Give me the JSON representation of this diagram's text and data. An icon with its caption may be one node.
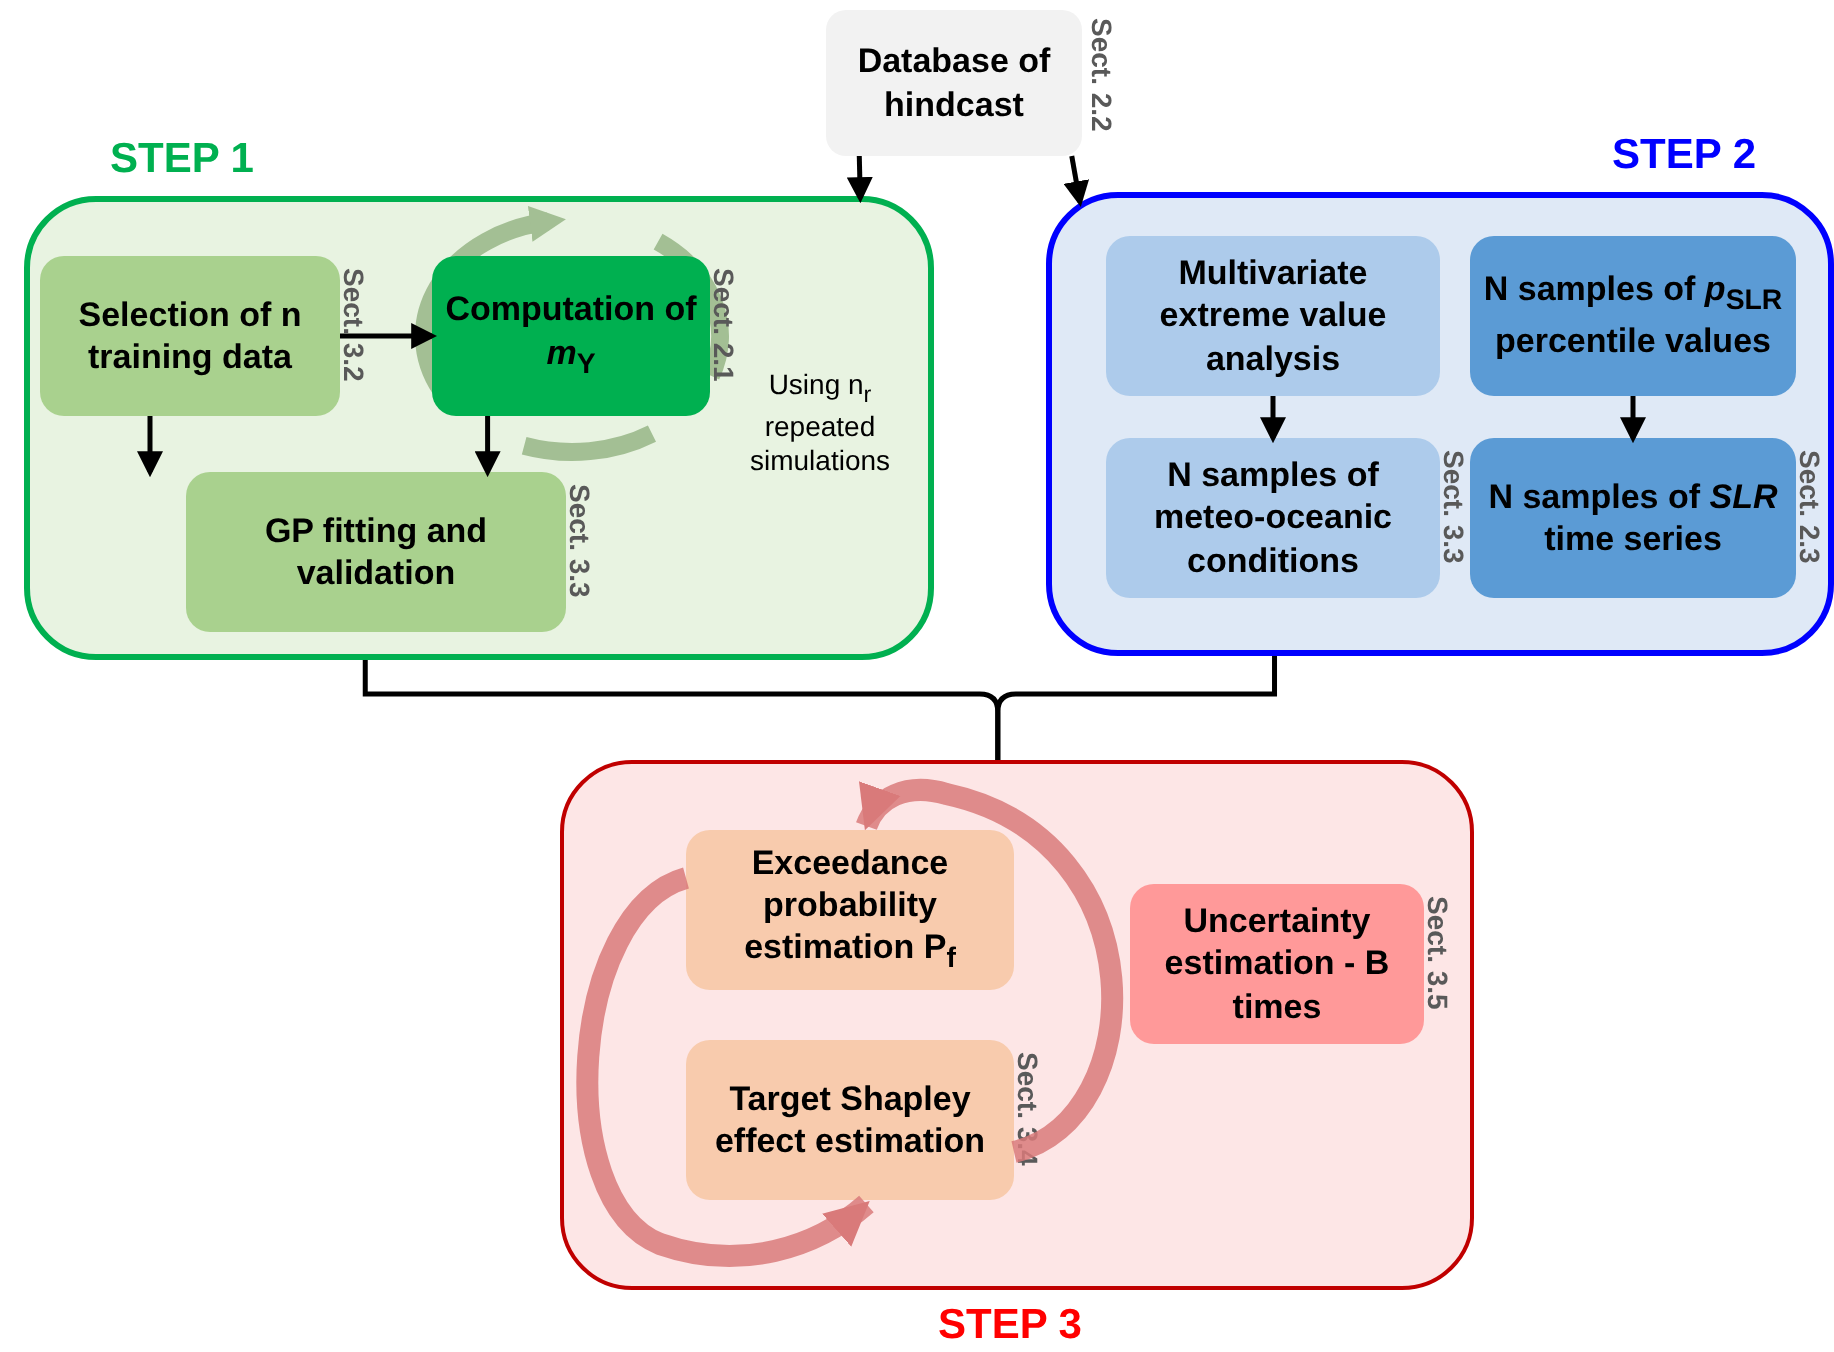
{
  "diagram": {
    "nodes": [
      {
        "text": [
          "Database of hindcast"
        ],
        "beside": [
          "Sect. 2.2"
        ]
      },
      {
        "text": [
          "STEP 1"
        ]
      },
      {
        "text": [
          "Selection of n training data"
        ],
        "in": 1,
        "beside": [
          "Sect. 3.2"
        ]
      },
      {
        "text": [
          "Computation of *m*$_{Y}$"
        ],
        "in": 1,
        "beside": [
          "Sect. 2.1"
        ]
      },
      {
        "text": [
          "GP fitting and validation"
        ],
        "in": 1,
        "beside": [
          "Sect. 3.3"
        ]
      },
      {
        "text": [
          "STEP 2"
        ]
      },
      {
        "text": [
          "Multivariate extreme value analysis"
        ],
        "in": 5
      },
      {
        "text": [
          "N samples of *p*$_{SLR}$ percentile values"
        ],
        "in": 5
      },
      {
        "text": [
          "N samples of meteo-oceanic conditions"
        ],
        "in": 5,
        "beside": [
          "Sect. 3.3"
        ]
      },
      {
        "text": [
          "N samples of *SLR* time series"
        ],
        "in": 5,
        "beside": [
          "Sect. 2.3"
        ]
      },
      {
        "text": [
          "STEP 3"
        ]
      },
      {
        "text": [
          "Exceedance probability estimation P$_{f}$"
        ],
        "in": 10
      },
      {
        "text": [
          "Target Shapley effect estimation"
        ],
        "in": 10,
        "beside": [
          "Sect. 3.4"
        ]
      },
      {
        "text": [
          "Uncertainty estimation - B times"
        ],
        "in": 10,
        "beside": [
          "Sect. 3.5"
        ]
      }
    ],
    "edges": [
      {
        "from": 0,
        "to": 1,
        "arrow": "to"
      },
      {
        "from": 0,
        "to": 5,
        "arrow": "to"
      },
      {
        "from": 2,
        "to": 3,
        "arrow": "to"
      },
      {
        "from": 2,
        "to": 4,
        "arrow": "to"
      },
      {
        "from": 3,
        "to": 4,
        "arrow": "to"
      },
      {
        "from": 6,
        "to": 8,
        "arrow": "to"
      },
      {
        "from": 7,
        "to": 9,
        "arrow": "to"
      },
      {
        "from": 1,
        "to": 10,
        "arrow": "none"
      },
      {
        "from": 5,
        "to": 10,
        "arrow": "none"
      },
      {
        "from": 11,
        "to": 12,
        "arrow": "to",
        "style": "thick",
        "color": "#d97a7a"
      },
      {
        "from": 12,
        "to": 11,
        "arrow": "to",
        "style": "thick",
        "color": "#d97a7a"
      }
    ],
    "labels": [
      "Using n$_{r}$ repeated simulations"
    ]
  }
}
